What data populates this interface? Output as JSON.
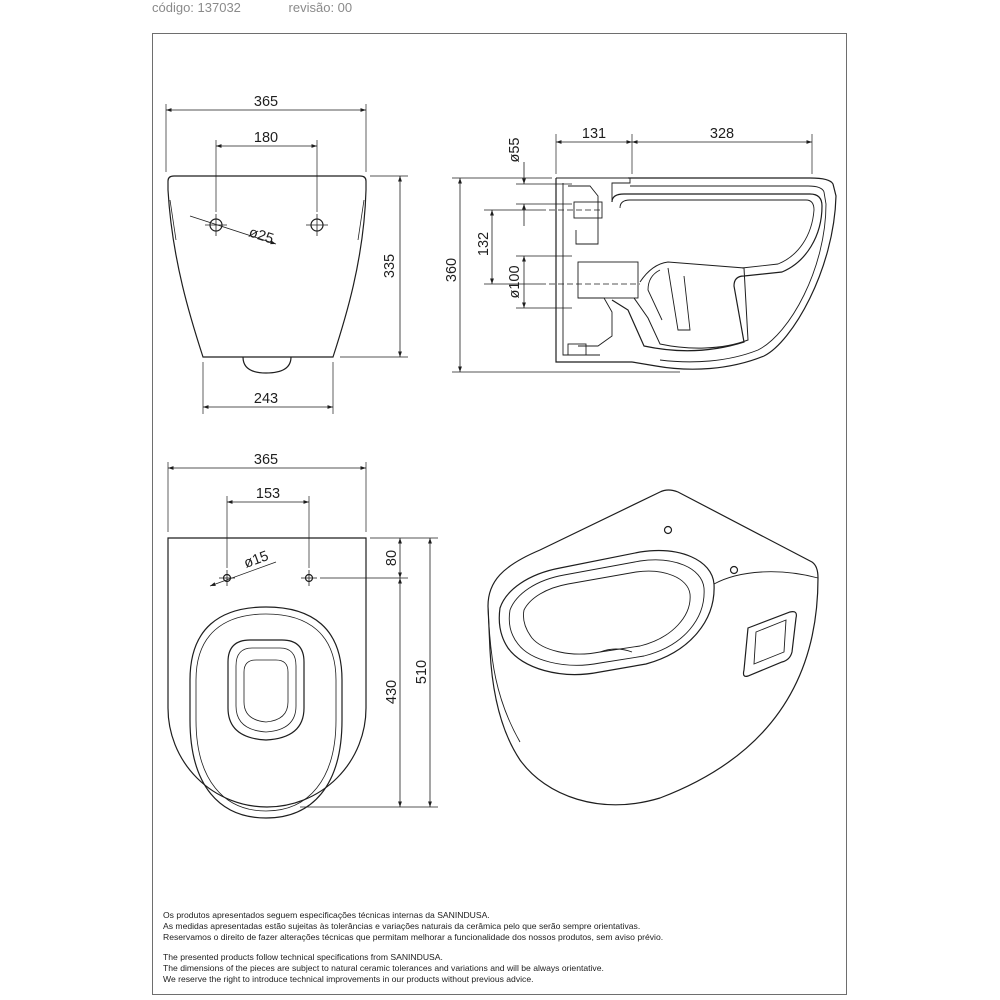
{
  "header": {
    "code_label": "código: 137032",
    "revision_label": "revisão: 00"
  },
  "dimensions": {
    "rear_width": "365",
    "rear_holes_spacing": "180",
    "rear_hole_diameter": "ø25",
    "rear_height": "335",
    "rear_base_width": "243",
    "side_offset": "131",
    "side_length": "328",
    "side_diameter_top": "ø55",
    "side_height_132": "132",
    "side_diameter_bottom": "ø100",
    "side_total_height": "360",
    "top_width": "365",
    "top_holes_spacing": "153",
    "top_hole_diameter": "ø15",
    "top_hole_offset": "80",
    "top_bowl_length": "430",
    "top_total_length": "510"
  },
  "notes": {
    "pt_line1": "Os produtos apresentados seguem especificações técnicas internas da SANINDUSA.",
    "pt_line2": "As medidas apresentadas estão sujeitas às tolerâncias e variações naturais da cerâmica pelo que serão sempre orientativas.",
    "pt_line3": "Reservamos o direito de fazer alterações técnicas que permitam melhorar a funcionalidade dos nossos produtos, sem aviso prévio.",
    "en_line1": "The presented products follow technical specifications from SANINDUSA.",
    "en_line2": "The dimensions of the pieces are subject to natural ceramic tolerances and variations and will be always orientative.",
    "en_line3": "We reserve the right to introduce technical improvements in our products without previous advice."
  },
  "colors": {
    "line": "#1e1e1e",
    "frame": "#6e6e6e",
    "header_text": "#8a8a8a"
  }
}
